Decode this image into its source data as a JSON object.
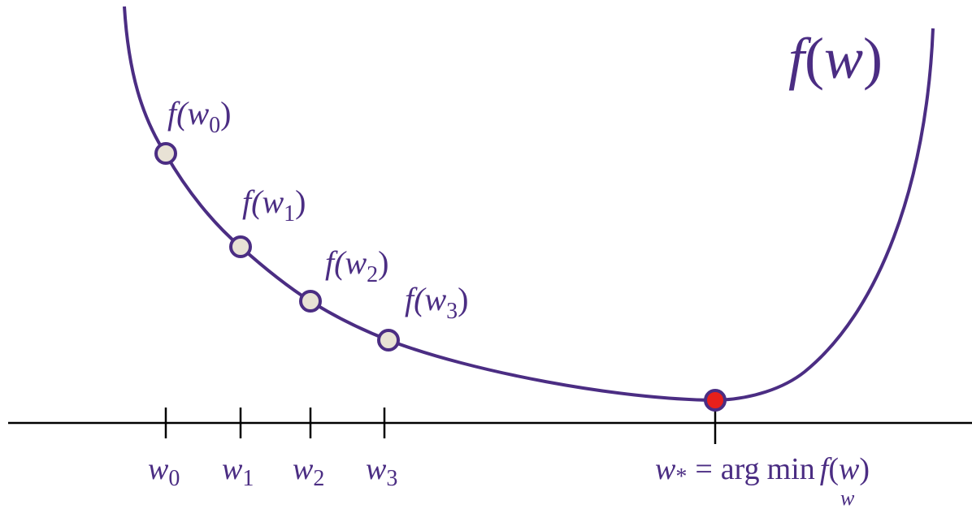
{
  "diagram": {
    "function_label": {
      "f": "f",
      "open": "(",
      "var": "w",
      "close": ")"
    },
    "colors": {
      "curve": "#4b2d83",
      "point_fill": "#e8e2d5",
      "minimum_fill": "#e8201b",
      "axis": "#000000"
    },
    "points": [
      {
        "label_f": "f(",
        "label_var": "w",
        "label_sub": "0",
        "label_close": ")",
        "axis_var": "w",
        "axis_sub": "0"
      },
      {
        "label_f": "f(",
        "label_var": "w",
        "label_sub": "1",
        "label_close": ")",
        "axis_var": "w",
        "axis_sub": "1"
      },
      {
        "label_f": "f(",
        "label_var": "w",
        "label_sub": "2",
        "label_close": ")",
        "axis_var": "w",
        "axis_sub": "2"
      },
      {
        "label_f": "f(",
        "label_var": "w",
        "label_sub": "3",
        "label_close": ")",
        "axis_var": "w",
        "axis_sub": "3"
      }
    ],
    "minimum": {
      "var": "w",
      "star": "*",
      "equals": "=",
      "arg": "arg",
      "min": "min",
      "f": "f",
      "open": "(",
      "arg_var": "w",
      "close": ")",
      "under": "w"
    }
  }
}
